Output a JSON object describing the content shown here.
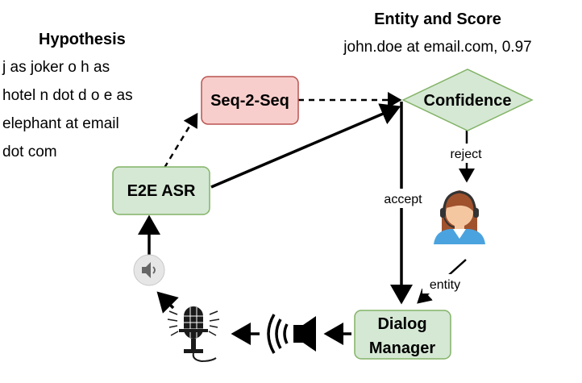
{
  "hypothesis": {
    "title": "Hypothesis",
    "lines": [
      "j as joker o h as",
      "hotel n dot d o e as",
      "elephant at email",
      "dot com"
    ]
  },
  "entity_score": {
    "title": "Entity and Score",
    "value": "john.doe at email.com, 0.97"
  },
  "nodes": {
    "seq2seq": "Seq-2-Seq",
    "confidence": "Confidence",
    "e2e_asr": "E2E ASR",
    "dialog_manager_line1": "Dialog",
    "dialog_manager_line2": "Manager"
  },
  "edge_labels": {
    "reject": "reject",
    "accept": "accept",
    "entity": "entity"
  },
  "icons": [
    "speaker-button-icon",
    "microphone-icon",
    "loudspeaker-icon",
    "call-center-agent-icon"
  ],
  "colors": {
    "seq2seq_fill": "#f8cecc",
    "seq2seq_stroke": "#b85450",
    "green_fill": "#d5e8d4",
    "green_stroke": "#82b366",
    "agent_hair": "#a0522d",
    "agent_shirt": "#4aa3df"
  }
}
